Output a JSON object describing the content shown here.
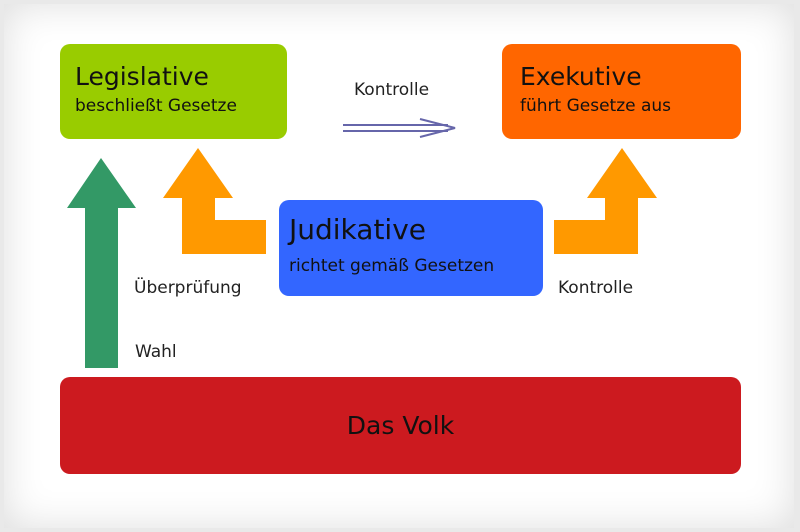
{
  "legislative": {
    "title": "Legislative",
    "subtitle": "beschließt Gesetze"
  },
  "executive": {
    "title": "Exekutive",
    "subtitle": "führt Gesetze aus"
  },
  "judicative": {
    "title": "Judikative",
    "subtitle": "richtet gemäß Gesetzen"
  },
  "people": {
    "title": "Das Volk"
  },
  "labels": {
    "control_top": "Kontrolle",
    "review": "Überprüfung",
    "control_right": "Kontrolle",
    "election": "Wahl"
  },
  "colors": {
    "legislative": "#99cc00",
    "executive": "#ff6600",
    "judicative": "#3366ff",
    "people": "#cc1a1f",
    "election_arrow": "#339966",
    "orange_arrow": "#ff9900",
    "control_arrow": "#6666aa"
  }
}
